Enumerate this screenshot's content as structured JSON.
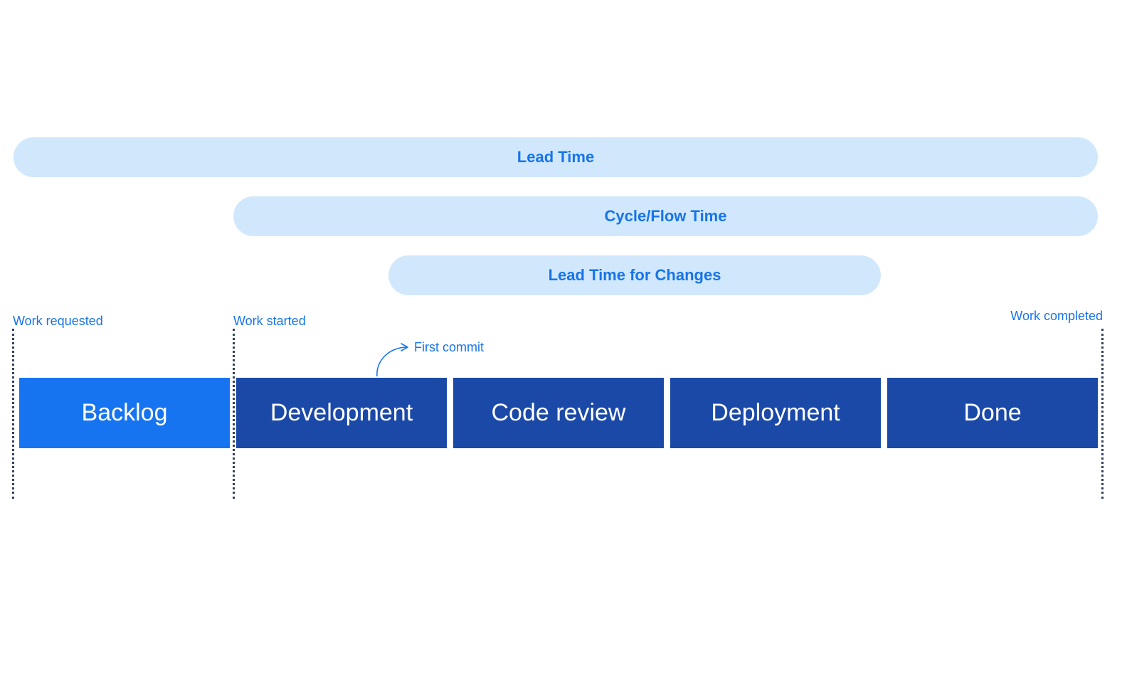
{
  "metrics": {
    "lead_time": "Lead Time",
    "cycle_time": "Cycle/Flow Time",
    "lead_time_for_changes": "Lead Time for Changes"
  },
  "markers": {
    "work_requested": "Work requested",
    "work_started": "Work started",
    "work_completed": "Work completed",
    "first_commit": "First commit"
  },
  "stages": [
    {
      "label": "Backlog",
      "active": true
    },
    {
      "label": "Development",
      "active": false
    },
    {
      "label": "Code review",
      "active": false
    },
    {
      "label": "Deployment",
      "active": false
    },
    {
      "label": "Done",
      "active": false
    }
  ],
  "colors": {
    "pill_background": "#d1e8fc",
    "pill_text": "#1774ea",
    "active_stage": "#1774f0",
    "stage": "#1b49a8",
    "marker_line": "#33405a"
  }
}
